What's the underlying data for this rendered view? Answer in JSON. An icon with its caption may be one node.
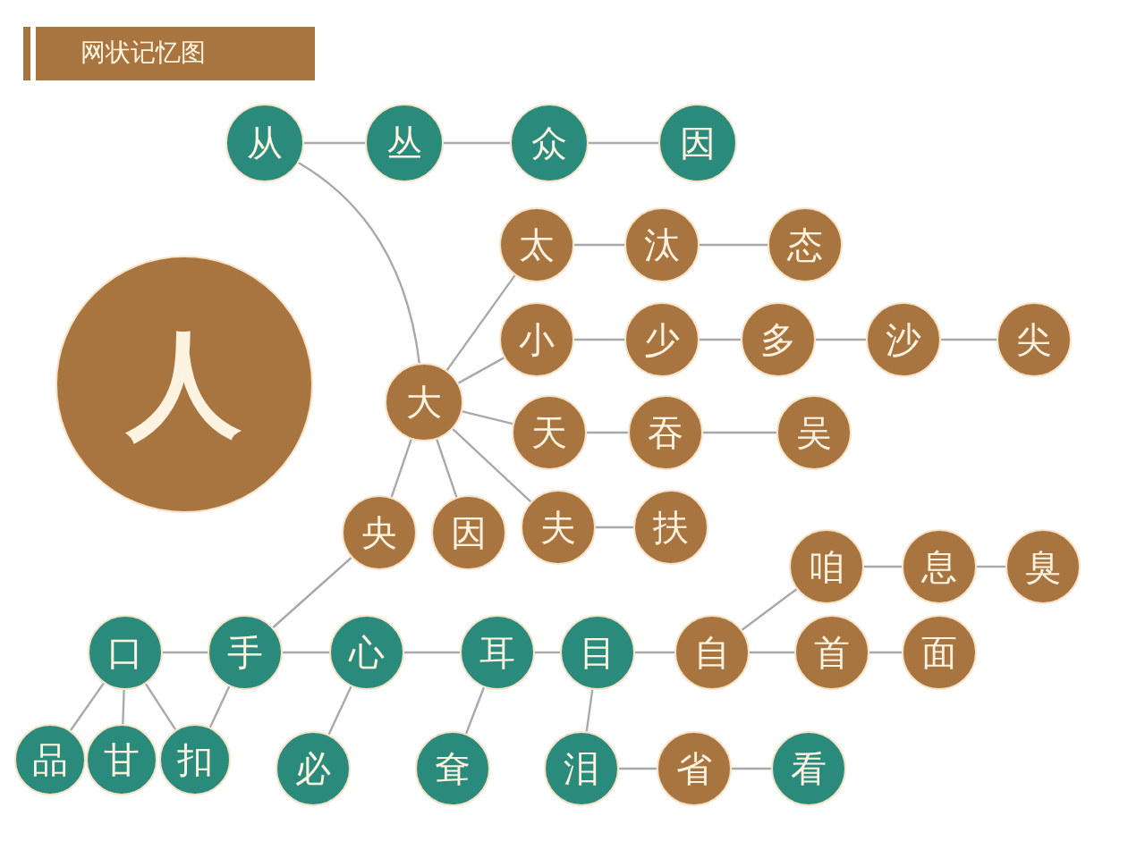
{
  "diagram": {
    "title": "网状记忆图",
    "nodes": [
      {
        "text": [
          "人"
        ]
      },
      {
        "text": [
          "从"
        ]
      },
      {
        "text": [
          "丛"
        ]
      },
      {
        "text": [
          "众"
        ]
      },
      {
        "text": [
          "因"
        ]
      },
      {
        "text": [
          "大"
        ]
      },
      {
        "text": [
          "太"
        ]
      },
      {
        "text": [
          "汰"
        ]
      },
      {
        "text": [
          "态"
        ]
      },
      {
        "text": [
          "小"
        ]
      },
      {
        "text": [
          "少"
        ]
      },
      {
        "text": [
          "多"
        ]
      },
      {
        "text": [
          "沙"
        ]
      },
      {
        "text": [
          "尖"
        ]
      },
      {
        "text": [
          "天"
        ]
      },
      {
        "text": [
          "吞"
        ]
      },
      {
        "text": [
          "吴"
        ]
      },
      {
        "text": [
          "央"
        ]
      },
      {
        "text": [
          "因"
        ]
      },
      {
        "text": [
          "夫"
        ]
      },
      {
        "text": [
          "扶"
        ]
      },
      {
        "text": [
          "咱"
        ]
      },
      {
        "text": [
          "息"
        ]
      },
      {
        "text": [
          "臭"
        ]
      },
      {
        "text": [
          "口"
        ]
      },
      {
        "text": [
          "手"
        ]
      },
      {
        "text": [
          "心"
        ]
      },
      {
        "text": [
          "耳"
        ]
      },
      {
        "text": [
          "目"
        ]
      },
      {
        "text": [
          "自"
        ]
      },
      {
        "text": [
          "首"
        ]
      },
      {
        "text": [
          "面"
        ]
      },
      {
        "text": [
          "品"
        ]
      },
      {
        "text": [
          "甘"
        ]
      },
      {
        "text": [
          "扣"
        ]
      },
      {
        "text": [
          "必"
        ]
      },
      {
        "text": [
          "耷"
        ]
      },
      {
        "text": [
          "泪"
        ]
      },
      {
        "text": [
          "省"
        ]
      },
      {
        "text": [
          "看"
        ]
      }
    ],
    "edges": [
      {
        "from": 1,
        "to": 2,
        "arrow": "none"
      },
      {
        "from": 2,
        "to": 3,
        "arrow": "none"
      },
      {
        "from": 3,
        "to": 4,
        "arrow": "none"
      },
      {
        "from": 1,
        "to": 5,
        "arrow": "none"
      },
      {
        "from": 5,
        "to": 6,
        "arrow": "none"
      },
      {
        "from": 5,
        "to": 9,
        "arrow": "none"
      },
      {
        "from": 5,
        "to": 14,
        "arrow": "none"
      },
      {
        "from": 5,
        "to": 19,
        "arrow": "none"
      },
      {
        "from": 5,
        "to": 17,
        "arrow": "none"
      },
      {
        "from": 5,
        "to": 18,
        "arrow": "none"
      },
      {
        "from": 6,
        "to": 7,
        "arrow": "none"
      },
      {
        "from": 7,
        "to": 8,
        "arrow": "none"
      },
      {
        "from": 9,
        "to": 10,
        "arrow": "none"
      },
      {
        "from": 10,
        "to": 11,
        "arrow": "none"
      },
      {
        "from": 11,
        "to": 12,
        "arrow": "none"
      },
      {
        "from": 12,
        "to": 13,
        "arrow": "none"
      },
      {
        "from": 14,
        "to": 15,
        "arrow": "none"
      },
      {
        "from": 15,
        "to": 16,
        "arrow": "none"
      },
      {
        "from": 19,
        "to": 20,
        "arrow": "none"
      },
      {
        "from": 17,
        "to": 25,
        "arrow": "none"
      },
      {
        "from": 24,
        "to": 25,
        "arrow": "none"
      },
      {
        "from": 25,
        "to": 26,
        "arrow": "none"
      },
      {
        "from": 26,
        "to": 27,
        "arrow": "none"
      },
      {
        "from": 27,
        "to": 28,
        "arrow": "none"
      },
      {
        "from": 28,
        "to": 29,
        "arrow": "none"
      },
      {
        "from": 29,
        "to": 30,
        "arrow": "none"
      },
      {
        "from": 30,
        "to": 31,
        "arrow": "none"
      },
      {
        "from": 29,
        "to": 21,
        "arrow": "none"
      },
      {
        "from": 21,
        "to": 22,
        "arrow": "none"
      },
      {
        "from": 22,
        "to": 23,
        "arrow": "none"
      },
      {
        "from": 24,
        "to": 32,
        "arrow": "none"
      },
      {
        "from": 24,
        "to": 33,
        "arrow": "none"
      },
      {
        "from": 24,
        "to": 34,
        "arrow": "none"
      },
      {
        "from": 25,
        "to": 34,
        "arrow": "none"
      },
      {
        "from": 26,
        "to": 35,
        "arrow": "none"
      },
      {
        "from": 27,
        "to": 36,
        "arrow": "none"
      },
      {
        "from": 28,
        "to": 37,
        "arrow": "none"
      },
      {
        "from": 37,
        "to": 38,
        "arrow": "none"
      },
      {
        "from": 38,
        "to": 39,
        "arrow": "none"
      }
    ]
  }
}
